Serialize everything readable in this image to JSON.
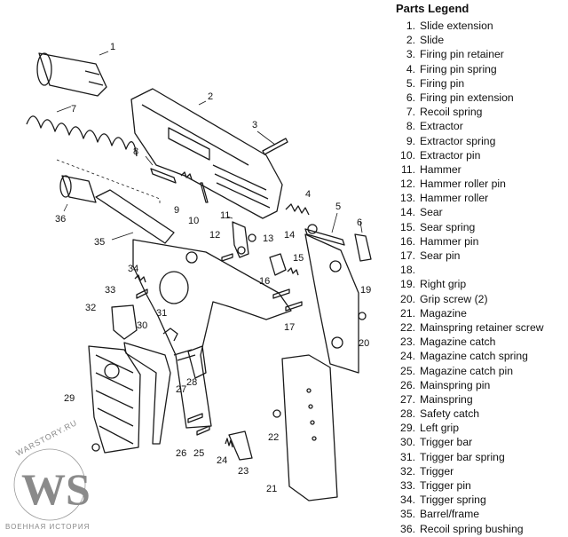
{
  "legend": {
    "title": "Parts Legend",
    "items": [
      {
        "num": "1.",
        "label": "Slide extension"
      },
      {
        "num": "2.",
        "label": "Slide"
      },
      {
        "num": "3.",
        "label": "Firing pin retainer"
      },
      {
        "num": "4.",
        "label": "Firing pin spring"
      },
      {
        "num": "5.",
        "label": "Firing pin"
      },
      {
        "num": "6.",
        "label": "Firing pin extension"
      },
      {
        "num": "7.",
        "label": "Recoil spring"
      },
      {
        "num": "8.",
        "label": "Extractor"
      },
      {
        "num": "9.",
        "label": "Extractor spring"
      },
      {
        "num": "10.",
        "label": "Extractor pin"
      },
      {
        "num": "11.",
        "label": "Hammer"
      },
      {
        "num": "12.",
        "label": "Hammer roller pin"
      },
      {
        "num": "13.",
        "label": "Hammer roller"
      },
      {
        "num": "14.",
        "label": "Sear"
      },
      {
        "num": "15.",
        "label": "Sear spring"
      },
      {
        "num": "16.",
        "label": "Hammer pin"
      },
      {
        "num": "17.",
        "label": "Sear pin"
      },
      {
        "num": "18.",
        "label": ""
      },
      {
        "num": "19.",
        "label": "Right grip"
      },
      {
        "num": "20.",
        "label": "Grip screw (2)"
      },
      {
        "num": "21.",
        "label": "Magazine"
      },
      {
        "num": "22.",
        "label": "Mainspring retainer screw"
      },
      {
        "num": "23.",
        "label": "Magazine catch"
      },
      {
        "num": "24.",
        "label": "Magazine catch spring"
      },
      {
        "num": "25.",
        "label": "Magazine catch pin"
      },
      {
        "num": "26.",
        "label": "Mainspring pin"
      },
      {
        "num": "27.",
        "label": "Mainspring"
      },
      {
        "num": "28.",
        "label": "Safety catch"
      },
      {
        "num": "29.",
        "label": "Left grip"
      },
      {
        "num": "30.",
        "label": "Trigger bar"
      },
      {
        "num": "31.",
        "label": "Trigger bar spring"
      },
      {
        "num": "32.",
        "label": "Trigger"
      },
      {
        "num": "33.",
        "label": "Trigger pin"
      },
      {
        "num": "34.",
        "label": "Trigger spring"
      },
      {
        "num": "35.",
        "label": "Barrel/frame"
      },
      {
        "num": "36.",
        "label": "Recoil spring bushing"
      }
    ]
  },
  "callouts": [
    "1",
    "2",
    "3",
    "4",
    "5",
    "6",
    "7",
    "8",
    "9",
    "10",
    "11",
    "12",
    "13",
    "14",
    "15",
    "16",
    "17",
    "19",
    "20",
    "21",
    "22",
    "23",
    "24",
    "25",
    "26",
    "27",
    "28",
    "29",
    "30",
    "31",
    "32",
    "33",
    "34",
    "35",
    "36"
  ],
  "watermark": {
    "site": "WARSTORY.RU",
    "logo": "WS",
    "caption": "ВОЕННАЯ ИСТОРИЯ",
    "color": "#8a8a8a"
  }
}
